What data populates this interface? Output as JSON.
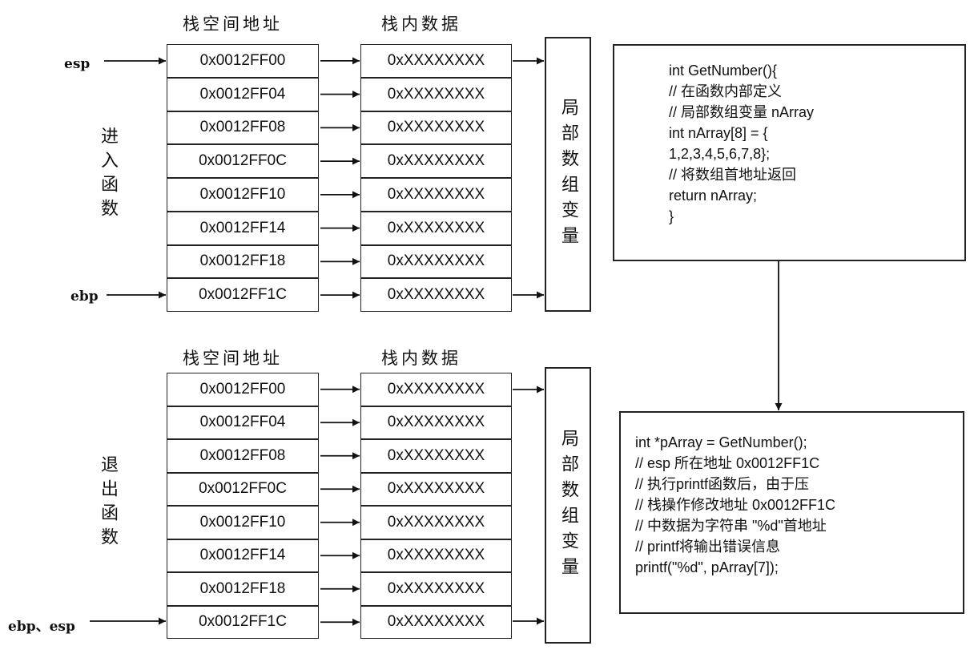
{
  "top_diagram": {
    "address_header": "栈空间地址",
    "data_header": "栈内数据",
    "side_label": "进入函数",
    "array_label": "局部数组变量",
    "pointers": [
      "esp",
      "ebp"
    ],
    "rows": [
      {
        "address": "0x0012FF00",
        "data": "0xXXXXXXXX"
      },
      {
        "address": "0x0012FF04",
        "data": "0xXXXXXXXX"
      },
      {
        "address": "0x0012FF08",
        "data": "0xXXXXXXXX"
      },
      {
        "address": "0x0012FF0C",
        "data": "0xXXXXXXXX"
      },
      {
        "address": "0x0012FF10",
        "data": "0xXXXXXXXX"
      },
      {
        "address": "0x0012FF14",
        "data": "0xXXXXXXXX"
      },
      {
        "address": "0x0012FF18",
        "data": "0xXXXXXXXX"
      },
      {
        "address": "0x0012FF1C",
        "data": "0xXXXXXXXX"
      }
    ]
  },
  "bottom_diagram": {
    "address_header": "栈空间地址",
    "data_header": "栈内数据",
    "side_label": "退出函数",
    "array_label": "局部数组变量",
    "pointers": [
      "ebp、esp"
    ],
    "rows": [
      {
        "address": "0x0012FF00",
        "data": "0xXXXXXXXX"
      },
      {
        "address": "0x0012FF04",
        "data": "0xXXXXXXXX"
      },
      {
        "address": "0x0012FF08",
        "data": "0xXXXXXXXX"
      },
      {
        "address": "0x0012FF0C",
        "data": "0xXXXXXXXX"
      },
      {
        "address": "0x0012FF10",
        "data": "0xXXXXXXXX"
      },
      {
        "address": "0x0012FF14",
        "data": "0xXXXXXXXX"
      },
      {
        "address": "0x0012FF18",
        "data": "0xXXXXXXXX"
      },
      {
        "address": "0x0012FF1C",
        "data": "0xXXXXXXXX"
      }
    ]
  },
  "code_top": [
    "int GetNumber(){",
    "// 在函数内部定义",
    "// 局部数组变量 nArray",
    "int nArray[8] = {",
    "1,2,3,4,5,6,7,8};",
    "// 将数组首地址返回",
    "return nArray;",
    "}"
  ],
  "code_bottom": [
    "int *pArray = GetNumber();",
    "// esp 所在地址 0x0012FF1C",
    "// 执行printf函数后，由于压",
    "// 栈操作修改地址 0x0012FF1C",
    "// 中数据为字符串 \"%d\"首地址",
    "// printf将输出错误信息",
    "printf(\"%d\", pArray[7]);"
  ]
}
